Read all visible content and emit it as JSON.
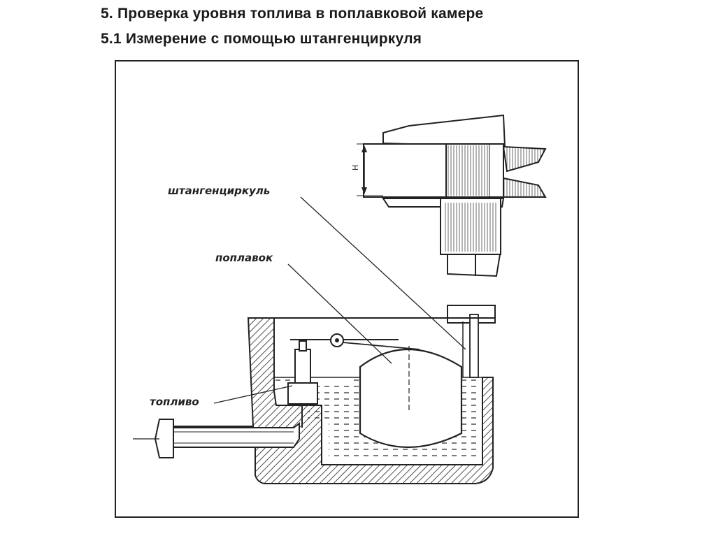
{
  "heading": {
    "line1": "5. Проверка уровня топлива в поплавковой камере",
    "line2": "5.1 Измерение с помощью штангенциркуля"
  },
  "diagram": {
    "labels": {
      "caliper": "штангенциркуль",
      "float": "поплавок",
      "fuel": "топливо",
      "dimension": "H"
    }
  }
}
